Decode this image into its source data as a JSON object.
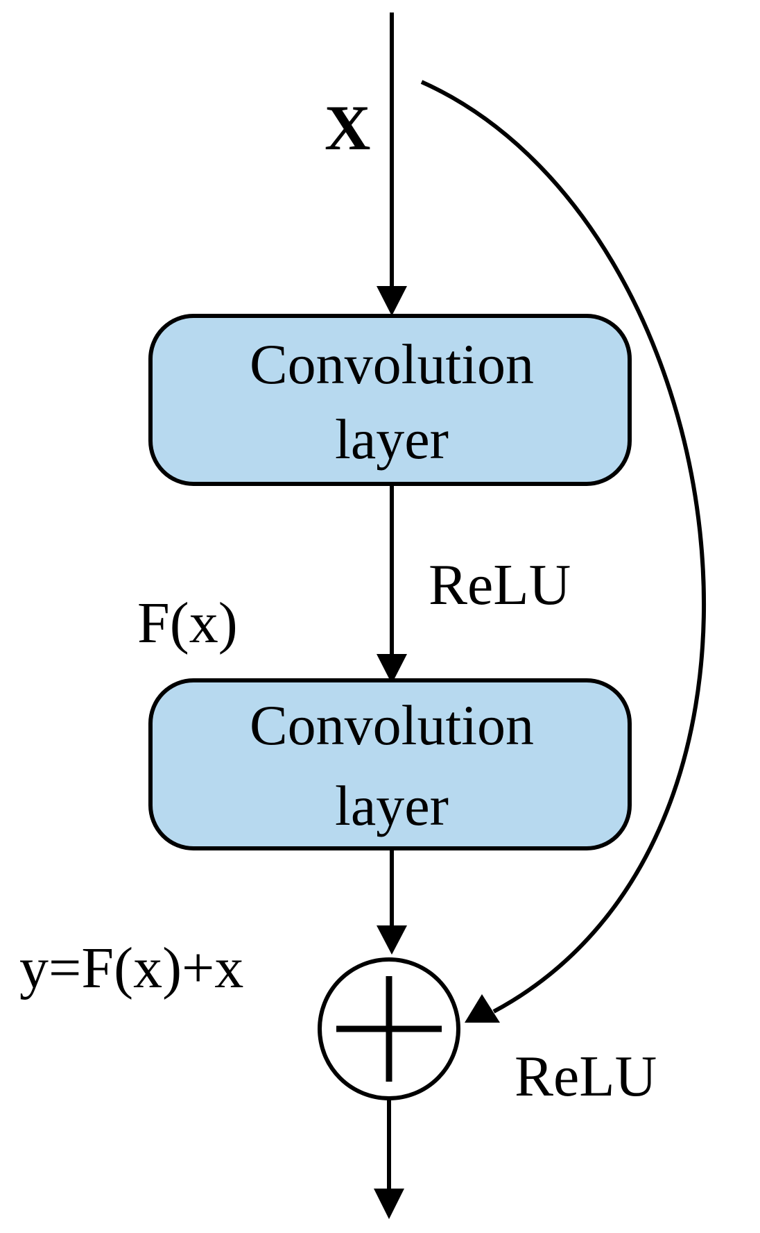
{
  "input_label": "X",
  "blocks": [
    {
      "line1": "Convolution",
      "line2": "layer"
    },
    {
      "line1": "Convolution",
      "line2": "layer"
    }
  ],
  "relu_between_label": "ReLU",
  "fx_label": "F(x)",
  "sum_label": "y=F(x)+x",
  "relu_out_label": "ReLU",
  "colors": {
    "block_fill": "#b7d9ef",
    "stroke": "#000000"
  }
}
